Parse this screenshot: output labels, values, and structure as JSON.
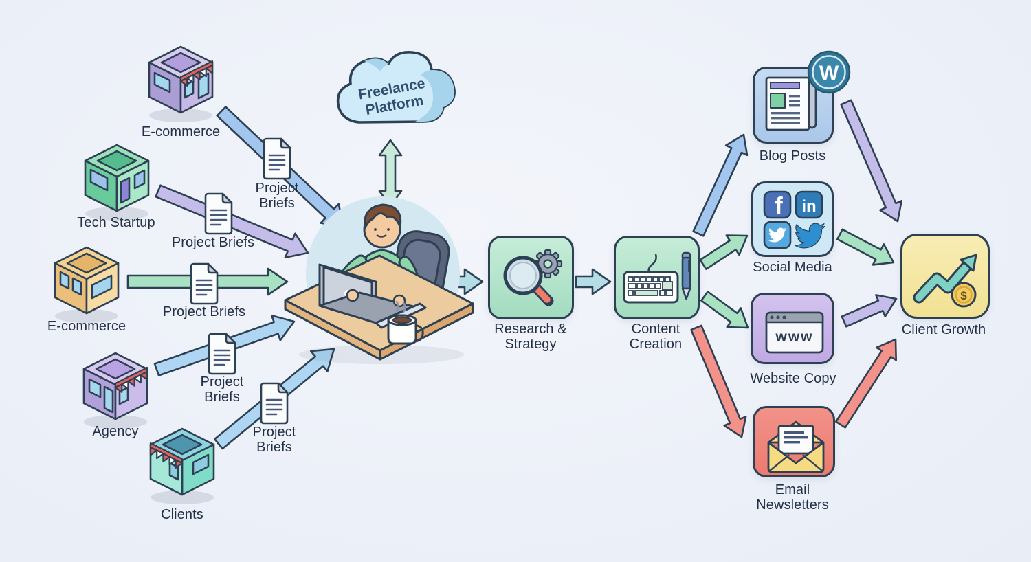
{
  "clients": [
    {
      "id": "ecommerce-store",
      "label": "E-commerce"
    },
    {
      "id": "tech-startup",
      "label": "Tech Startup"
    },
    {
      "id": "ecommerce-building",
      "label": "E-commerce"
    },
    {
      "id": "agency",
      "label": "Agency"
    },
    {
      "id": "clients",
      "label": "Clients"
    }
  ],
  "briefs": [
    {
      "label": "Project Briefs"
    },
    {
      "label": "Project Briefs"
    },
    {
      "label": "Project Briefs"
    },
    {
      "label": "Project Briefs"
    },
    {
      "label": "Project Briefs"
    }
  ],
  "platform": {
    "label": "Freelance Platform"
  },
  "process": {
    "research": {
      "label": "Research & Strategy"
    },
    "content": {
      "label": "Content Creation"
    }
  },
  "outputs": {
    "blog": {
      "label": "Blog Posts",
      "badge": "W"
    },
    "social": {
      "label": "Social Media",
      "facebook": "f",
      "linkedin": "in"
    },
    "website": {
      "label": "Website Copy",
      "browser_text": "www"
    },
    "email": {
      "label": "Email Newsletters"
    }
  },
  "result": {
    "label": "Client Growth",
    "currency": "$"
  },
  "colors": {
    "background": "#eef1f8",
    "outline": "#2e4154",
    "arrow_blue": "#a3c6ee",
    "arrow_lightblue": "#aed6f2",
    "arrow_purple": "#c4bce9",
    "arrow_mint": "#a9e2c3",
    "arrow_teal": "#b4dde6",
    "arrow_red": "#f29288",
    "process_box_green": "#b2e3c8",
    "blog_box_blue": "#b9d2ee",
    "social_box_blue": "#cfe8f6",
    "website_box_purple": "#c9b8e8",
    "email_box_red": "#ef837b",
    "growth_box_yellow": "#f6e9a9",
    "cloud_blue": "#cfeaf8"
  }
}
